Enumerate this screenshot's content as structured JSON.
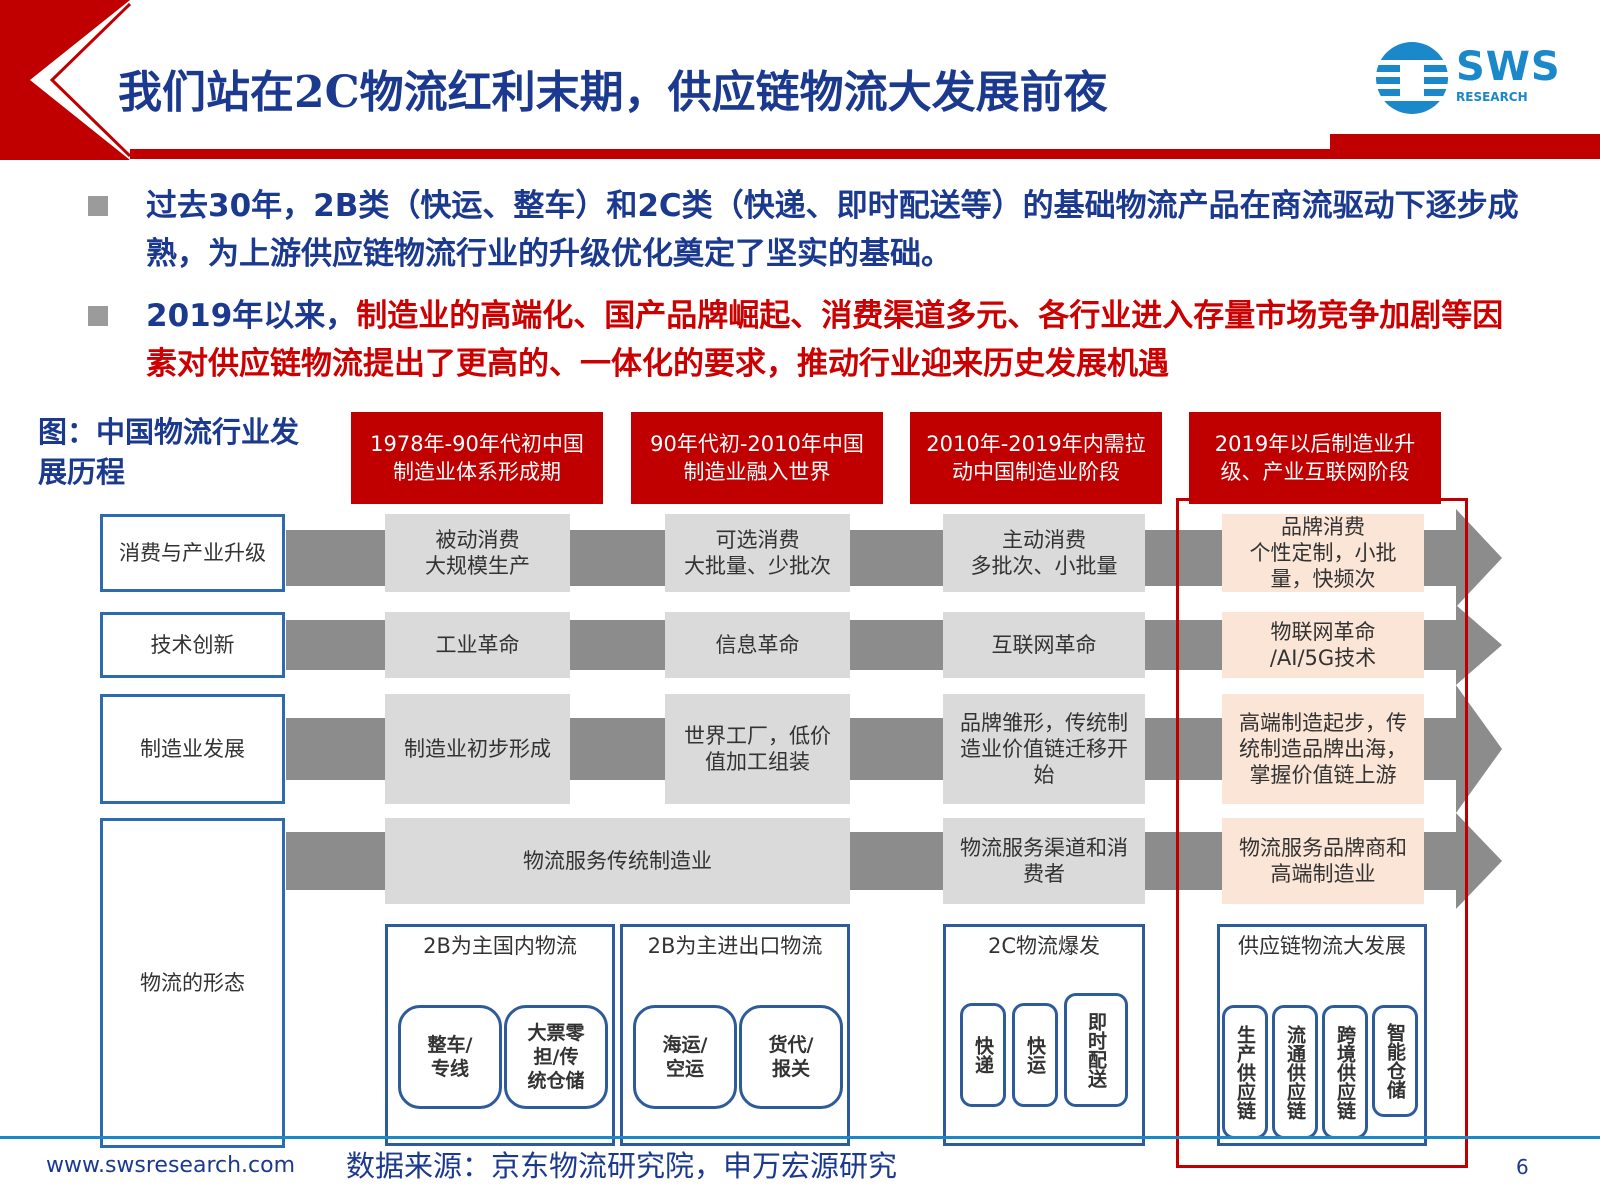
{
  "header": {
    "title": "我们站在2C物流红利末期，供应链物流大发展前夜",
    "logo": {
      "text": "SWS",
      "sub": "RESEARCH"
    },
    "colors": {
      "red": "#c00000",
      "blue": "#1b3a8f",
      "logo_blue": "#1a88c9"
    }
  },
  "bullets": [
    {
      "text": "过去30年，2B类（快运、整车）和2C类（快递、即时配送等）的基础物流产品在商流驱动下逐步成熟，为上游供应链物流行业的升级优化奠定了坚实的基础。"
    },
    {
      "prefix": "2019年以来，",
      "highlight": "制造业的高端化、国产品牌崛起、消费渠道多元、各行业进入存量市场竞争加剧等因素对供应链物流提出了更高的、一体化的要求，推动行业迎来历史发展机遇"
    }
  ],
  "figure": {
    "label": "图：中国物流行业发展历程",
    "eras": [
      "1978年-90年代初中国制造业体系形成期",
      "90年代初-2010年中国制造业融入世界",
      "2010年-2019年内需拉动中国制造业阶段",
      "2019年以后制造业升级、产业互联网阶段"
    ],
    "rows": [
      {
        "label": "消费与产业升级",
        "cells": [
          "被动消费\n大规模生产",
          "可选消费\n大批量、少批次",
          "主动消费\n多批次、小批量",
          "品牌消费\n个性定制，小批量，快频次"
        ]
      },
      {
        "label": "技术创新",
        "cells": [
          "工业革命",
          "信息革命",
          "互联网革命",
          "物联网革命\n/AI/5G技术"
        ]
      },
      {
        "label": "制造业发展",
        "cells": [
          "制造业初步形成",
          "世界工厂，低价值加工组装",
          "品牌雏形，传统制造业价值链迁移开始",
          "高端制造起步，传统制造品牌出海，掌握价值链上游"
        ]
      },
      {
        "label": "物流的形态",
        "cells": [
          "物流服务传统制造业",
          "物流服务渠道和消费者",
          "物流服务品牌商和高端制造业"
        ]
      }
    ],
    "groups": [
      {
        "title": "2B为主国内物流",
        "items": [
          "整车/\n专线",
          "大票零\n担/传\n统仓储"
        ]
      },
      {
        "title": "2B为主进出口物流",
        "items": [
          "海运/\n空运",
          "货代/\n报关"
        ]
      },
      {
        "title": "2C物流爆发",
        "items": [
          "快递",
          "快运",
          "即时配送"
        ]
      },
      {
        "title": "供应链物流大发展",
        "items": [
          "生产供应链",
          "流通供应链",
          "跨境供应链",
          "智能仓储"
        ]
      }
    ]
  },
  "footer": {
    "url": "www.swsresearch.com",
    "source": "数据来源：京东物流研究院，申万宏源研究",
    "page": "6"
  }
}
